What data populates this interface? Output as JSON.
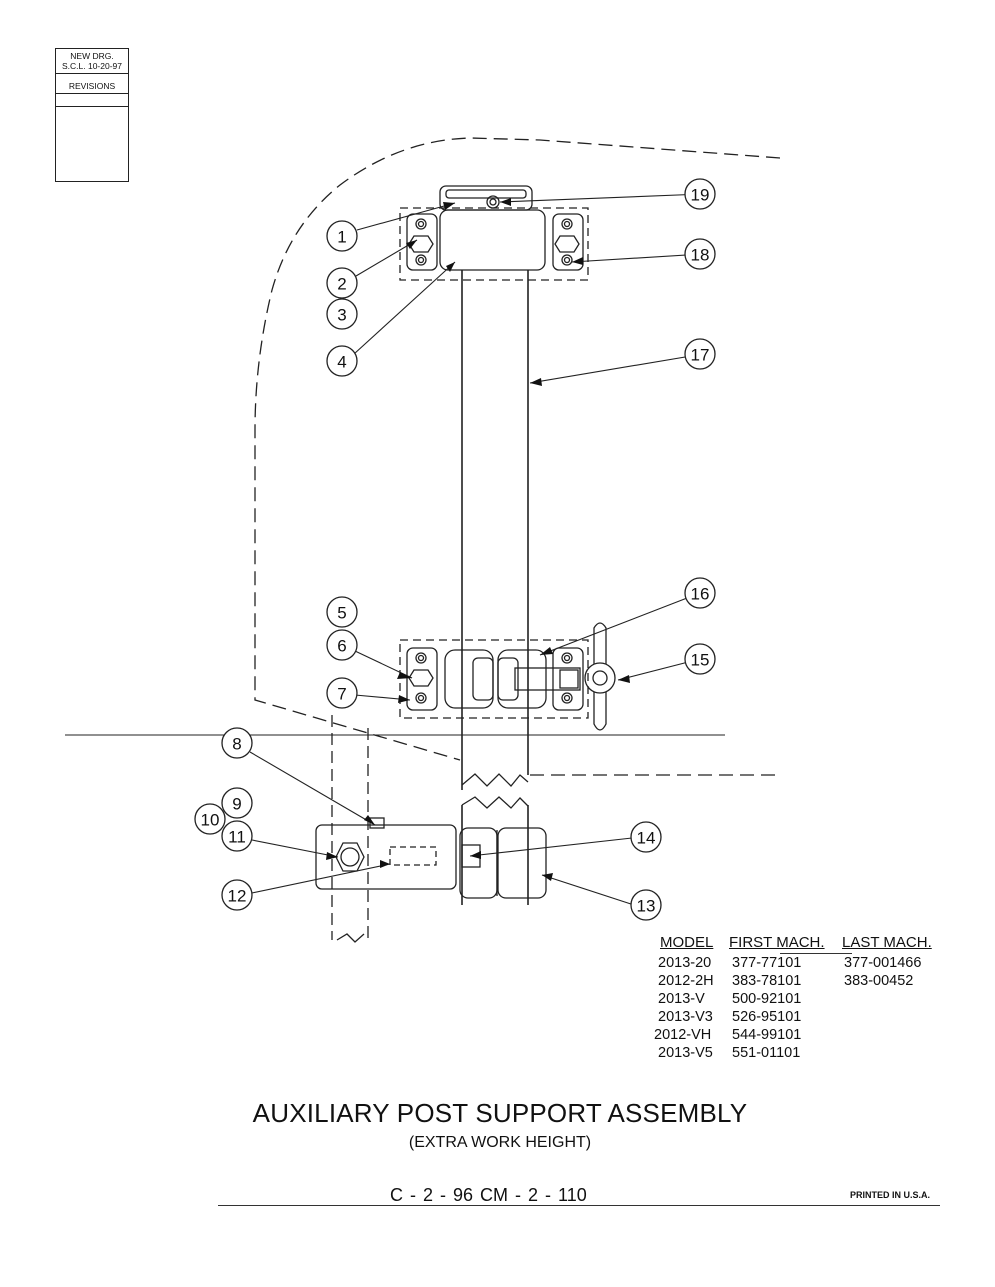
{
  "revision_block": {
    "line1": "NEW DRG.",
    "line2": "S.C.L. 10-20-97",
    "line3": "REVISIONS"
  },
  "callouts": [
    "1",
    "2",
    "3",
    "4",
    "5",
    "6",
    "7",
    "8",
    "9",
    "10",
    "11",
    "12",
    "13",
    "14",
    "15",
    "16",
    "17",
    "18",
    "19"
  ],
  "table": {
    "headers": {
      "model": "MODEL",
      "first": "FIRST MACH.",
      "last": "LAST MACH."
    },
    "rows": [
      {
        "model": "2013-20",
        "first": "377-77101",
        "last": "377-001466"
      },
      {
        "model": "2012-2H",
        "first": "383-78101",
        "last": "383-00452"
      },
      {
        "model": "2013-V",
        "first": "500-92101",
        "last": ""
      },
      {
        "model": "2013-V3",
        "first": "526-95101",
        "last": ""
      },
      {
        "model": "2012-VH",
        "first": "544-99101",
        "last": ""
      },
      {
        "model": "2013-V5",
        "first": "551-01101",
        "last": ""
      }
    ]
  },
  "title": "AUXILIARY POST SUPPORT ASSEMBLY",
  "subtitle": "(EXTRA WORK HEIGHT)",
  "drawing_numbers": "C - 2 - 96   CM - 2 - 110",
  "printed": "PRINTED IN U.S.A."
}
